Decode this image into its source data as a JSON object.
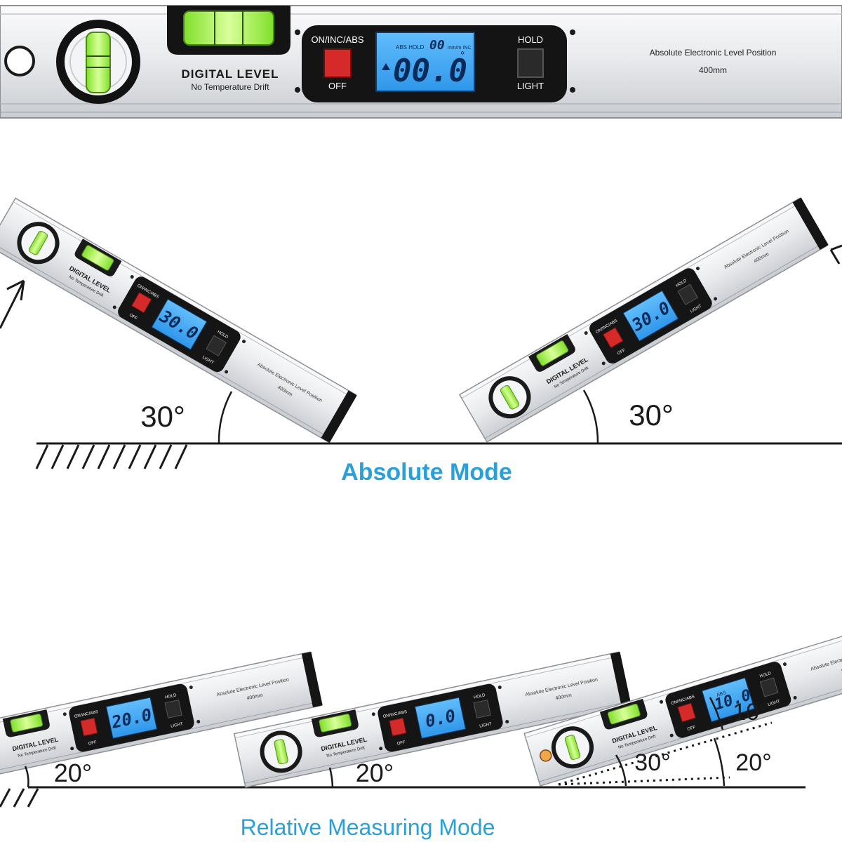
{
  "colors": {
    "body": "#e9ebee",
    "lcd": "#3fa9f5",
    "lcd_text": "#0a2a5a",
    "red_button": "#d42a2a",
    "vial": "#a8f25a",
    "heading": "#2a9fd8",
    "ink": "#1a1a1a"
  },
  "top_level": {
    "title": "DIGITAL LEVEL",
    "subtitle": "No Temperature Drift",
    "on_label": "ON/INC/ABS",
    "off_label": "OFF",
    "hold_label": "HOLD",
    "light_label": "LIGHT",
    "lcd_status": "ABS HOLD",
    "lcd_small": "00",
    "lcd_units": "mm/m INC",
    "lcd_value": "00.0",
    "lcd_degree": "°",
    "right_title": "Absolute Electronic Level Position",
    "right_size": "400mm"
  },
  "absolute": {
    "heading": "Absolute Mode",
    "left_angle": "30°",
    "right_angle": "30°",
    "left_lcd": "30.0",
    "right_lcd": "30.0"
  },
  "relative": {
    "heading": "Relative Measuring Mode",
    "angle_1": "20°",
    "angle_2": "20°",
    "angle_3a": "10°",
    "angle_3b": "30°",
    "angle_3c": "20°",
    "lcd_1": "20.0",
    "lcd_2": "0.0",
    "lcd_3": "10.0",
    "lcd_3_status": "ABS"
  },
  "small_level": {
    "title": "DIGITAL LEVEL",
    "subtitle": "No Temperature Drift",
    "on_label": "ON/INC/ABS",
    "off_label": "OFF",
    "hold_label": "HOLD",
    "light_label": "LIGHT",
    "right_title": "Absolute Electronic Level Position",
    "right_size": "400mm"
  }
}
